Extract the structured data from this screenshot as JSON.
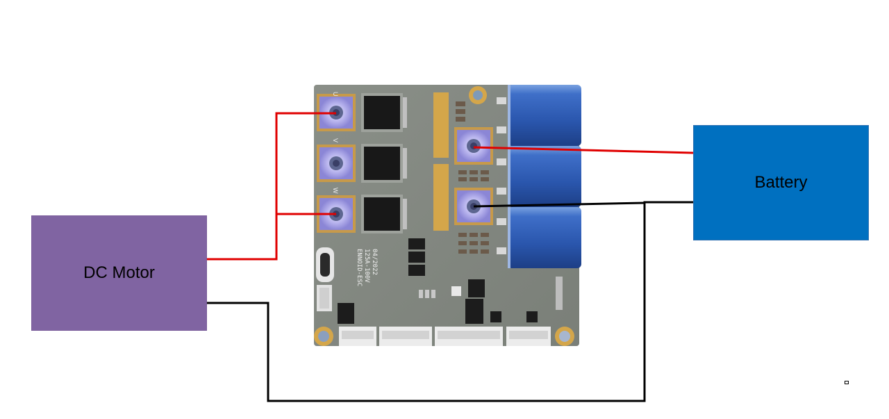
{
  "motor": {
    "label": "DC Motor",
    "color": "#8064a2"
  },
  "battery": {
    "label": "Battery",
    "color": "#0070c0"
  },
  "board": {
    "silkscreen": [
      "ENNOID-ESC",
      "125A-100V",
      "04/2022"
    ],
    "phase_labels": [
      "U",
      "V",
      "W"
    ]
  },
  "wires": {
    "positive_color": "#e00000",
    "negative_color": "#000000"
  }
}
